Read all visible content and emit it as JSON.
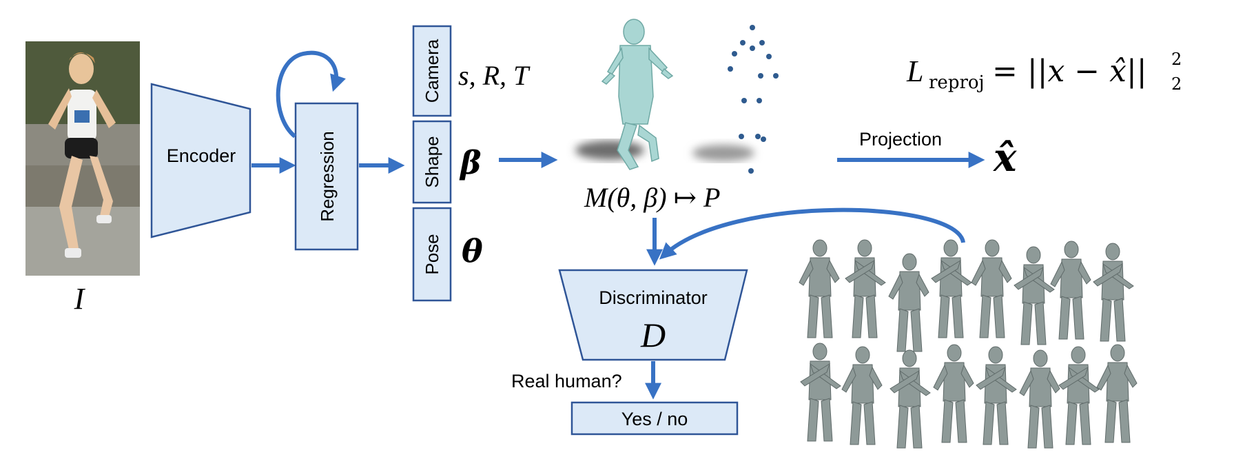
{
  "input": {
    "label": "I"
  },
  "encoder": {
    "label": "Encoder"
  },
  "regression": {
    "label": "Regression"
  },
  "params": {
    "camera": {
      "tab": "Camera",
      "symbol": "s, R, T"
    },
    "shape": {
      "tab": "Shape",
      "symbol": "β"
    },
    "pose": {
      "tab": "Pose",
      "symbol": "θ"
    }
  },
  "model": {
    "mapping": "M(θ, β) ↦ P"
  },
  "projection": {
    "label": "Projection",
    "output": "x̂"
  },
  "loss": {
    "L": "L",
    "sub": "reproj",
    "rhs": "= ||x − x̂||",
    "sub2": "2",
    "sup2": "2"
  },
  "discriminator": {
    "label": "Discriminator",
    "symbol": "D"
  },
  "question": {
    "label": "Real human?"
  },
  "answer": {
    "label": "Yes / no"
  },
  "colors": {
    "box_fill": "#dce9f7",
    "box_stroke": "#2f5597",
    "arrow": "#3872c4",
    "mesh": "#a9d6d3"
  }
}
